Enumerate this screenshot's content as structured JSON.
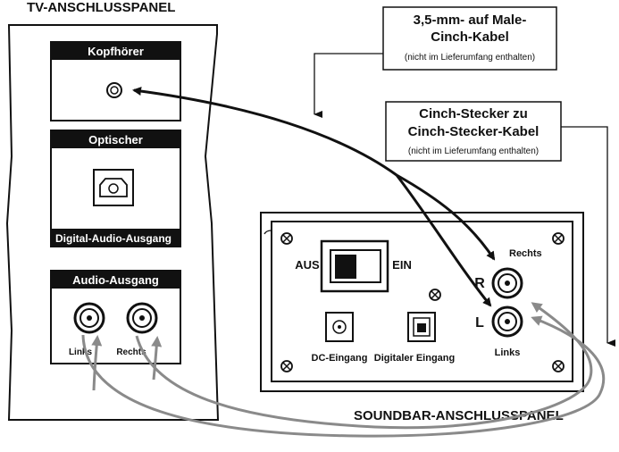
{
  "tv_panel": {
    "title": "TV-ANSCHLUSSPANEL",
    "headphones": {
      "label": "Kopfhörer"
    },
    "optical": {
      "header": "Optischer",
      "footer": "Digital-Audio-Ausgang"
    },
    "audio_out": {
      "header": "Audio-Ausgang",
      "left": "Links",
      "right": "Rechts"
    }
  },
  "callouts": {
    "mini_cable": {
      "line1": "3,5-mm- auf Male-",
      "line2": "Cinch-Kabel",
      "note": "(nicht im Lieferumfang enthalten)"
    },
    "rca_cable": {
      "line1": "Cinch-Stecker zu",
      "line2": "Cinch-Stecker-Kabel",
      "note": "(nicht im Lieferumfang enthalten)"
    }
  },
  "soundbar_panel": {
    "title": "SOUNDBAR-ANSCHLUSSPANEL",
    "switch_off": "AUS",
    "switch_on": "EIN",
    "dc_input": "DC-Eingang",
    "digital_input": "Digitaler Eingang",
    "r_letter": "R",
    "l_letter": "L",
    "right": "Rechts",
    "left": "Links"
  },
  "colors": {
    "ink": "#111111",
    "cable_black": "#111111",
    "cable_gray": "#8a8a8a",
    "panel_fill": "#ffffff"
  }
}
